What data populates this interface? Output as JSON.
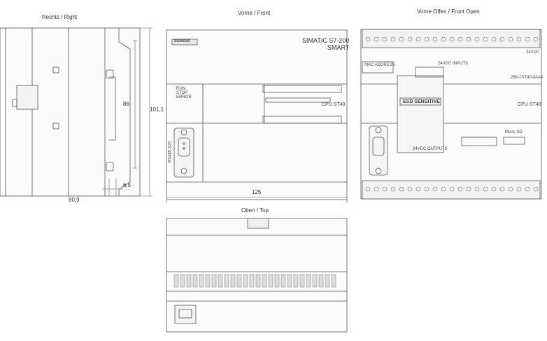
{
  "views": {
    "side": "Rechts / Right",
    "front": "Vorne / Front",
    "front_open": "Vorne Offen / Front Open",
    "top": "Oben / Top"
  },
  "dimensions": {
    "height_inner": "86",
    "height_total": "101,1",
    "offset": "6,5",
    "depth": "80,9",
    "width": "125"
  },
  "device": {
    "brand": "SIEMENS",
    "name_line1": "SIMATIC S7-200",
    "name_line2": "SMART",
    "model": "CPU ST40",
    "port": "RS485 X20",
    "esd": "ESD SENSITIVE",
    "mac": "MAC ADDRESS",
    "inputs": "24VDC INPUTS",
    "outputs": "24VDC OUTPUTS",
    "supply": "24VDC",
    "order_no": "288-1ST40-0AA0",
    "sd": "Micro SD",
    "led_run": "RUN",
    "led_stop": "STOP",
    "led_error": "ERROR"
  }
}
